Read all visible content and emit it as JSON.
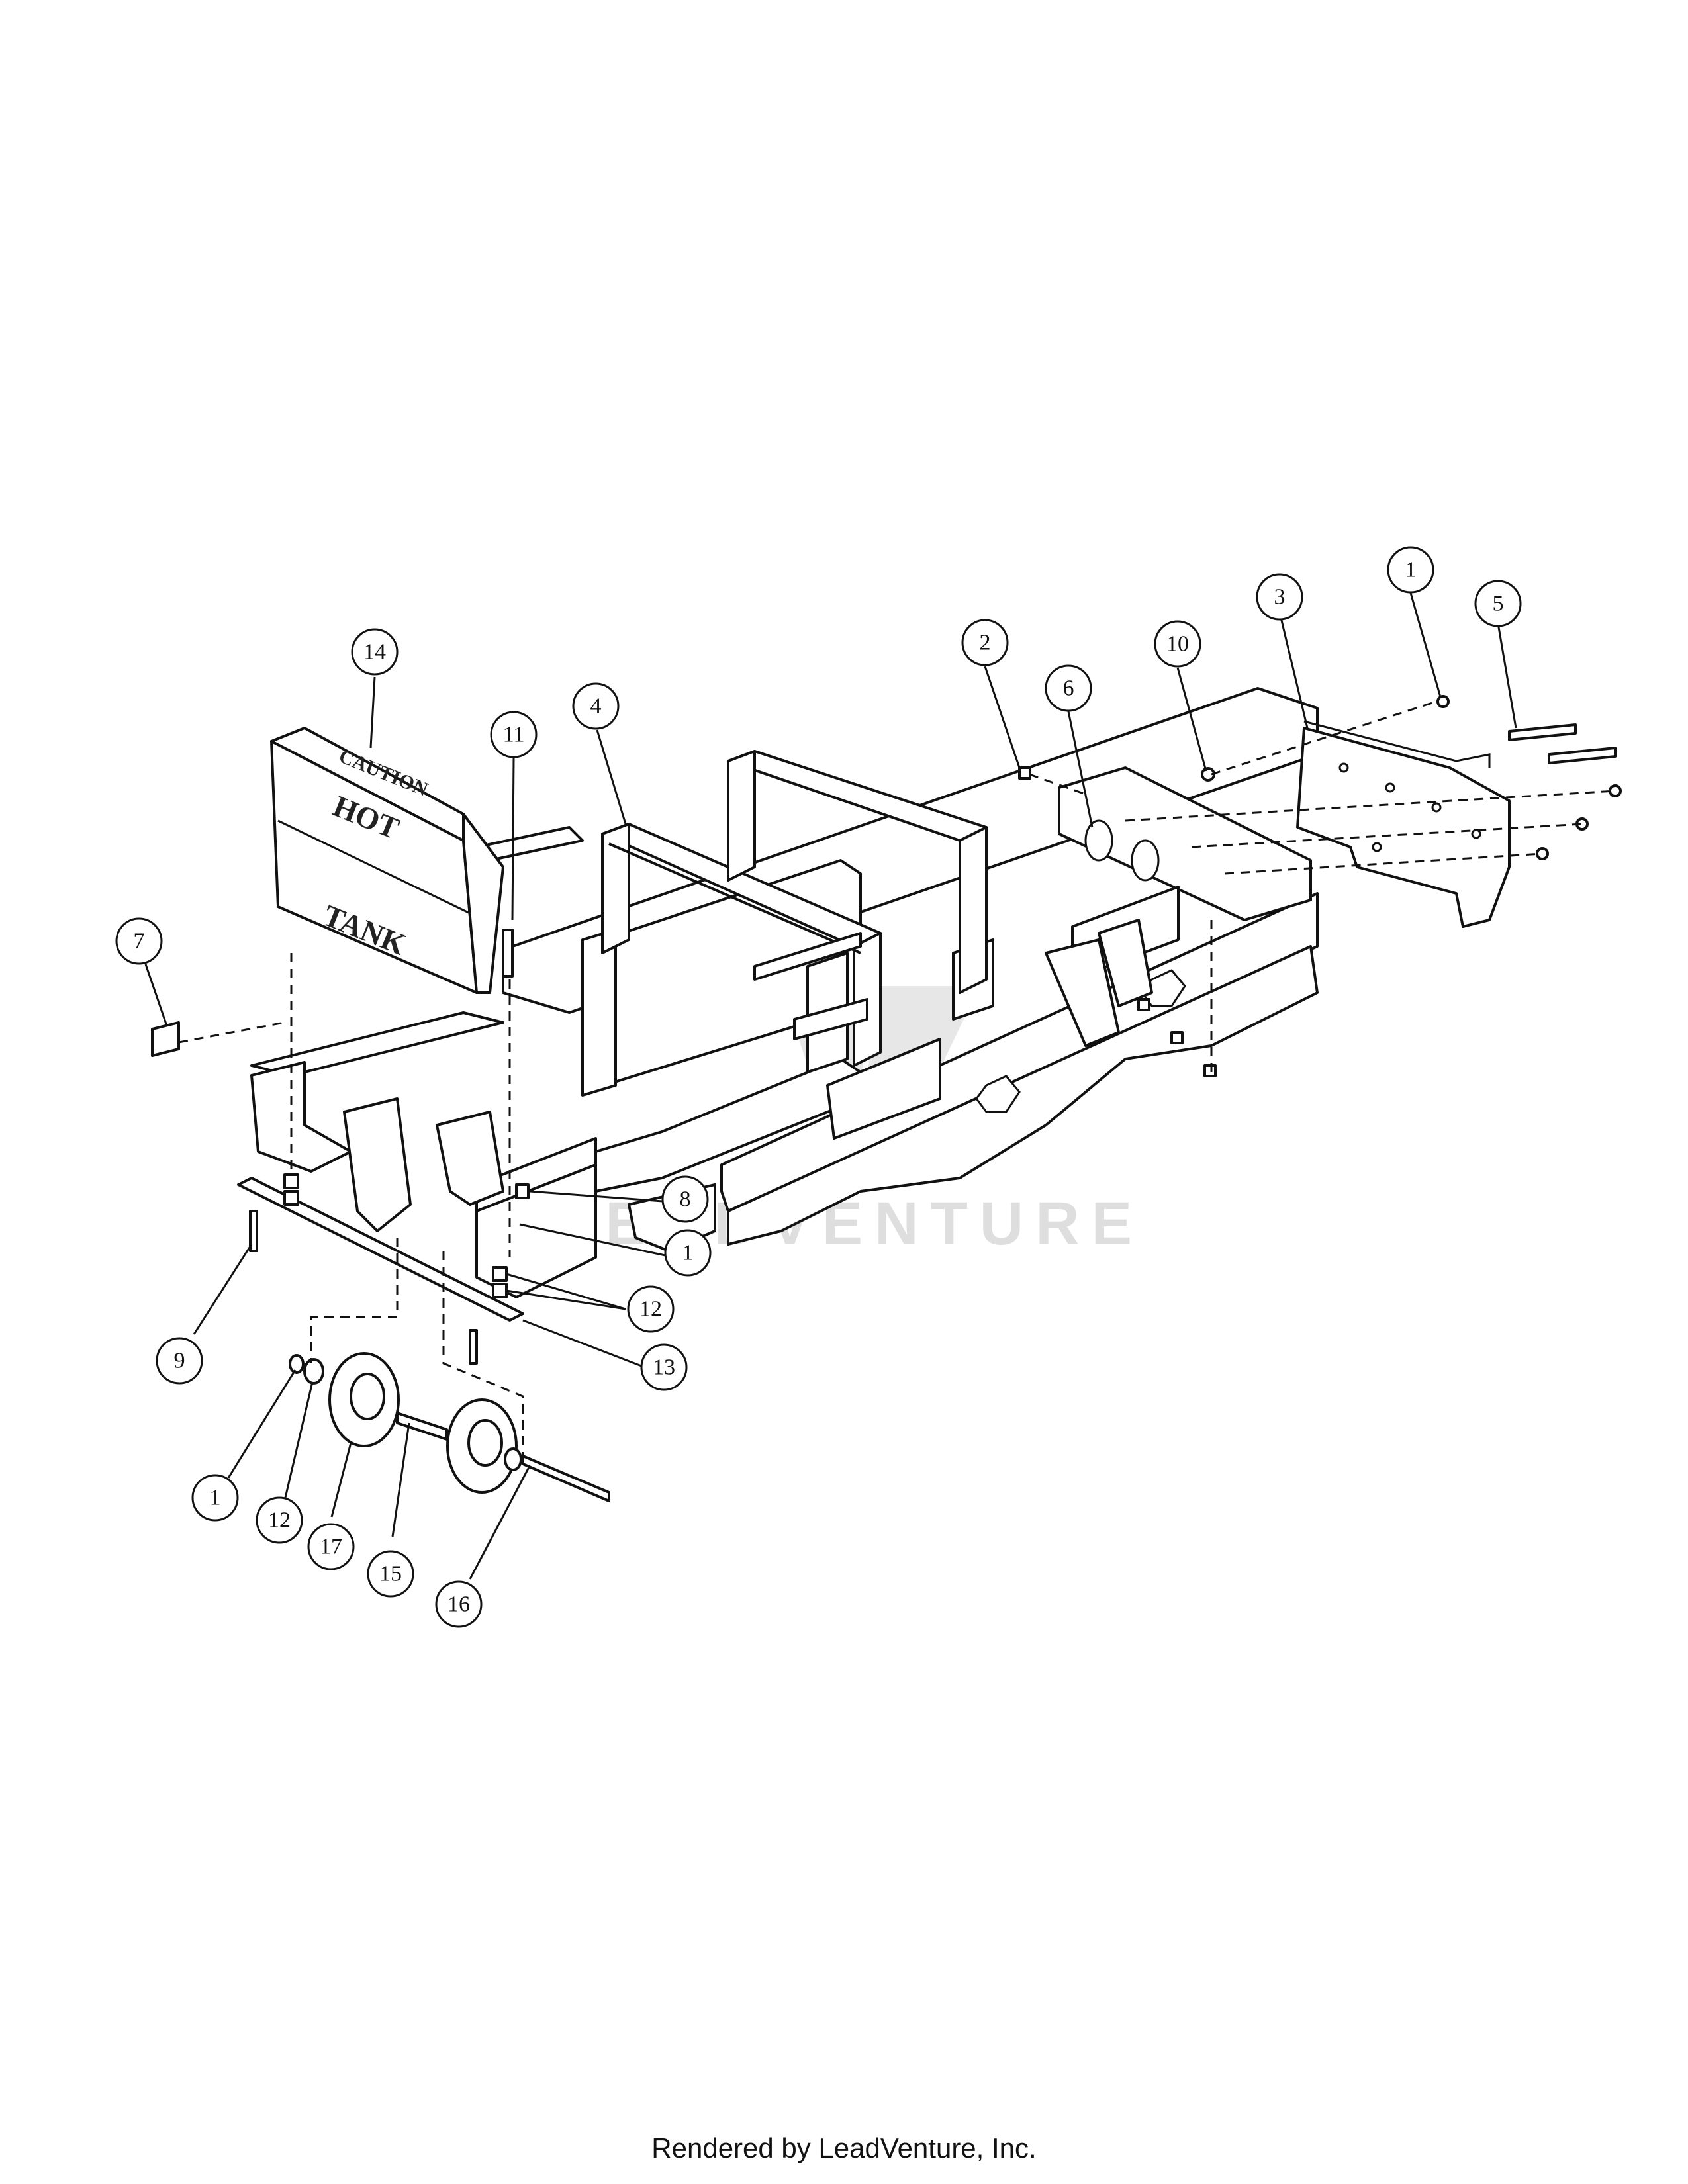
{
  "labels": {
    "shield_top": "CAUTION",
    "shield_mid": "HOT",
    "shield_bottom": "TANK"
  },
  "watermark": {
    "text": "LEADVENTURE"
  },
  "callouts": [
    "1",
    "2",
    "3",
    "4",
    "5",
    "6",
    "7",
    "8",
    "9",
    "10",
    "11",
    "12",
    "13",
    "14",
    "15",
    "16",
    "17"
  ],
  "footer": {
    "text": "Rendered by LeadVenture, Inc."
  }
}
